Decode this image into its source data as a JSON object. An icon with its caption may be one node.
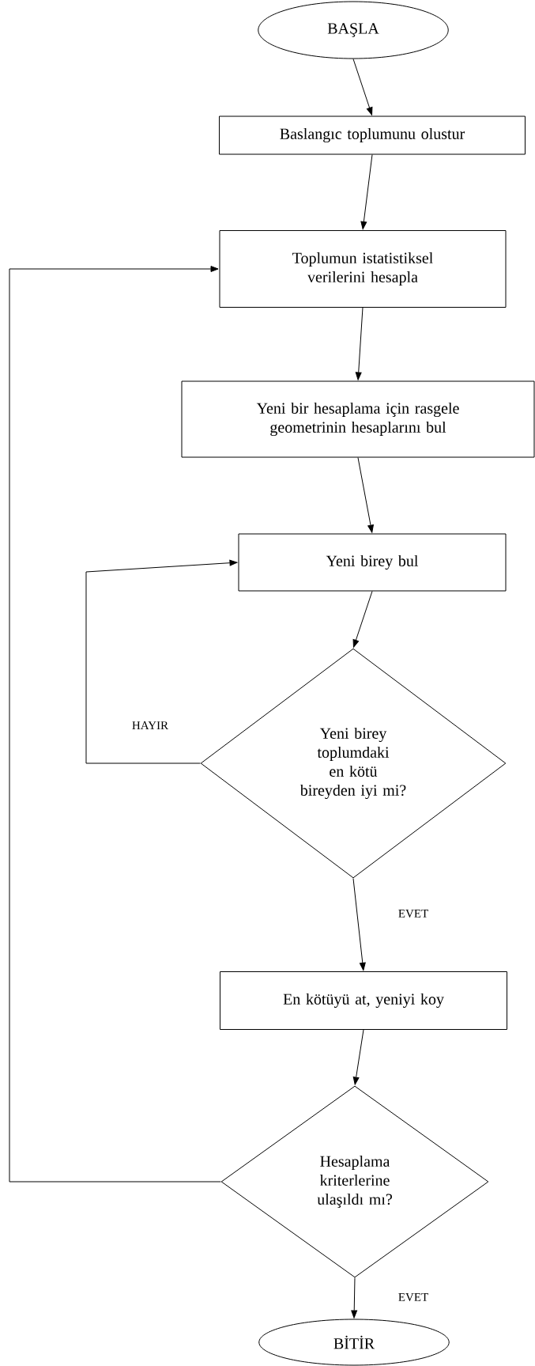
{
  "diagram": {
    "nodes": [
      {
        "text": [
          "BAŞLA"
        ]
      },
      {
        "text": [
          "Baslangıc toplumunu olustur"
        ]
      },
      {
        "text": [
          "Toplumun istatistiksel verilerini hesapla"
        ]
      },
      {
        "text": [
          "Yeni bir hesaplama için rasgele geometrinin hesaplarını bul"
        ]
      },
      {
        "text": [
          "Yeni birey bul"
        ]
      },
      {
        "text": [
          "Yeni birey toplumdaki en kötü bireyden iyi mi?"
        ]
      },
      {
        "text": [
          "En kötüyü at, yeniyi koy"
        ]
      },
      {
        "text": [
          "Hesaplama kriterlerine ulaşıldı mı?"
        ]
      },
      {
        "text": [
          "BİTİR"
        ]
      }
    ],
    "edges": [
      {
        "from": 0,
        "to": 1,
        "arrow": "to"
      },
      {
        "from": 1,
        "to": 2,
        "arrow": "to"
      },
      {
        "from": 2,
        "to": 3,
        "arrow": "to"
      },
      {
        "from": 3,
        "to": 4,
        "arrow": "to"
      },
      {
        "from": 4,
        "to": 5,
        "arrow": "to"
      },
      {
        "from": 5,
        "to": 4,
        "arrow": "to",
        "label": "HAYIR"
      },
      {
        "from": 5,
        "to": 6,
        "arrow": "to",
        "label": "EVET"
      },
      {
        "from": 6,
        "to": 7,
        "arrow": "to"
      },
      {
        "from": 7,
        "to": 2,
        "arrow": "to"
      },
      {
        "from": 7,
        "to": 8,
        "arrow": "to",
        "label": "EVET"
      }
    ]
  }
}
